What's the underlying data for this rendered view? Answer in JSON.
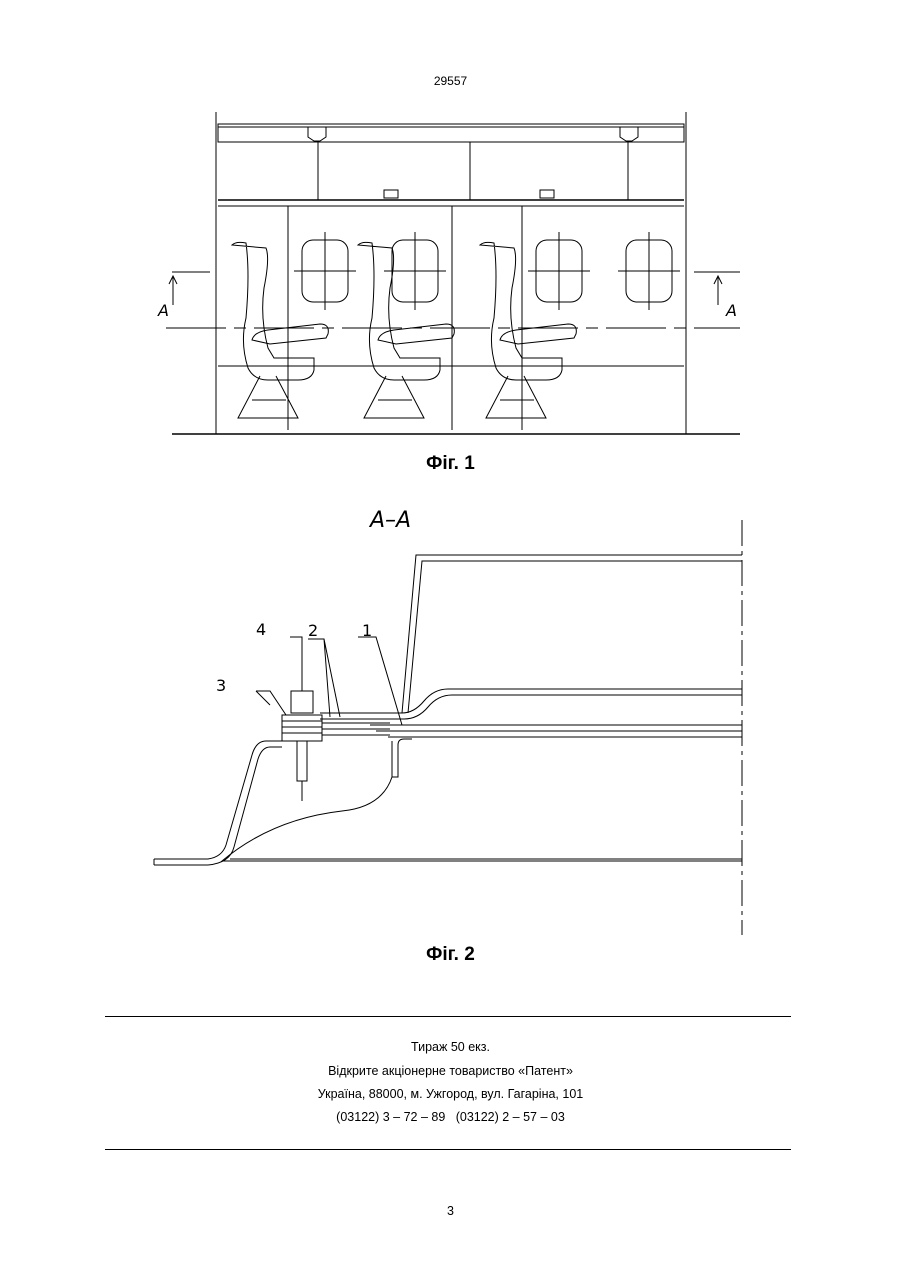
{
  "header": {
    "patent_number": "29557"
  },
  "figure1": {
    "caption": "Фіг. 1",
    "section_mark_left": "A",
    "section_mark_right": "A"
  },
  "figure2": {
    "caption": "Фіг. 2",
    "section_title": "A–A",
    "callouts": [
      "1",
      "2",
      "3",
      "4"
    ]
  },
  "footer": {
    "lines": [
      "Тираж 50 екз.",
      "Відкрите акціонерне товариство «Патент»",
      "Україна, 88000, м. Ужгород, вул. Гагаріна, 101",
      "(03122) 3 – 72 – 89   (03122) 2 – 57 – 03"
    ]
  },
  "page_number": "3"
}
